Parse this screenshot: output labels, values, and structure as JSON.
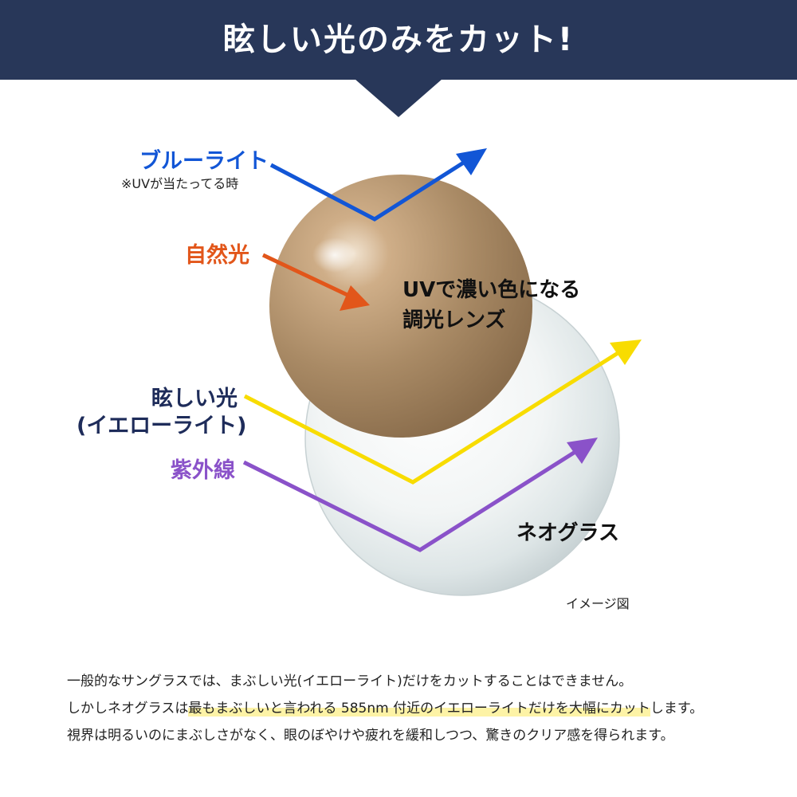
{
  "header": {
    "title": "眩しい光のみをカット!"
  },
  "colors": {
    "header_bg": "#283759",
    "blue_light": "#1256d6",
    "natural_light": "#e2561a",
    "glare_light": "#f8dc00",
    "uv_light": "#8a52c9",
    "dark_navy": "#1e2c5a"
  },
  "diagram": {
    "labels": {
      "blue_light": "ブルーライト",
      "blue_light_note": "※UVが当たってる時",
      "natural_light": "自然光",
      "glare_line1": "眩しい光",
      "glare_line2": "(イエローライト)",
      "uv": "紫外線",
      "photochromic_line1": "UVで濃い色になる",
      "photochromic_line2": "調光レンズ",
      "neoglass": "ネオグラス",
      "image_note": "イメージ図"
    }
  },
  "description": {
    "line1": "一般的なサングラスでは、まぶしい光(イエローライト)だけをカットすることはできません。",
    "line2_prefix": "しかしネオグラスは",
    "line2_highlight": "最もまぶしいと言われる 585nm 付近のイエローライトだけを大幅にカット",
    "line2_suffix": "します。",
    "line3": "視界は明るいのにまぶしさがなく、眼のぼやけや疲れを緩和しつつ、驚きのクリア感を得られます。"
  }
}
